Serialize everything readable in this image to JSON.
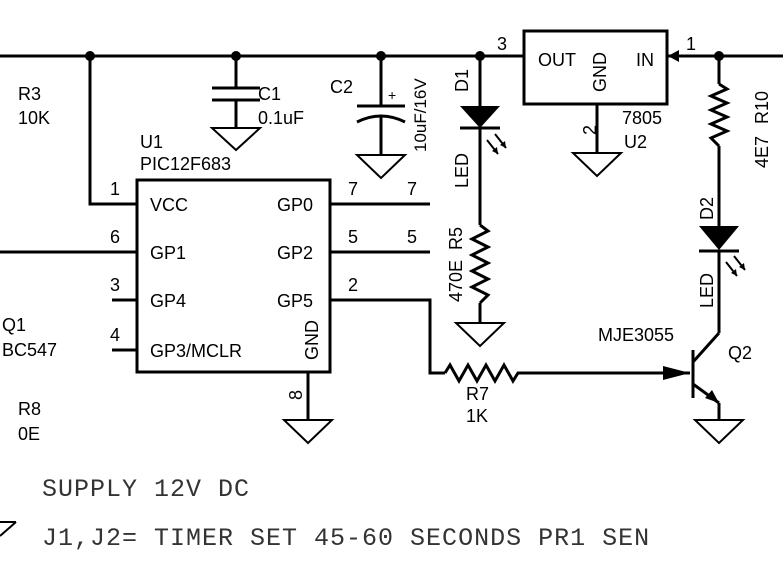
{
  "labels": {
    "r3_ref": "R3",
    "r3_val": "10K",
    "c1_ref": "C1",
    "c1_val": "0.1uF",
    "c2_ref": "C2",
    "c2_val": "10uF/16V",
    "c2_plus": "+",
    "d1_ref": "D1",
    "d1_type": "LED",
    "u1_ref": "U1",
    "u1_part": "PIC12F683",
    "u2_ref": "U2",
    "u2_part": "7805",
    "u2_out": "OUT",
    "u2_gnd": "GND",
    "u2_in": "IN",
    "u2_pin_out": "3",
    "u2_pin_gnd": "2",
    "u2_pin_in": "1",
    "r10_ref": "R10",
    "r10_val": "4E7",
    "d2_ref": "D2",
    "d2_type": "LED",
    "r5_ref": "R5",
    "r5_val": "470E",
    "q1_ref": "Q1",
    "q1_part": "BC547",
    "q2_ref": "Q2",
    "q2_part": "MJE3055",
    "r8_ref": "R8",
    "r8_val": "0E",
    "r7_ref": "R7",
    "r7_val": "1K"
  },
  "u1_pins": [
    {
      "name": "VCC",
      "num": "1"
    },
    {
      "name": "GP1",
      "num": "6"
    },
    {
      "name": "GP4",
      "num": "3"
    },
    {
      "name": "GP3/MCLR",
      "num": "4"
    },
    {
      "name": "GP0",
      "num": "7"
    },
    {
      "name": "GP2",
      "num": "5"
    },
    {
      "name": "GP5",
      "num": "2"
    },
    {
      "name": "GND",
      "num": "8"
    }
  ],
  "net_labels": {
    "gp0": "7",
    "gp2": "5"
  },
  "notes": {
    "supply": "SUPPLY 12V DC",
    "timer": "J1,J2= TIMER SET 45-60 SECONDS PR1 SEN"
  }
}
